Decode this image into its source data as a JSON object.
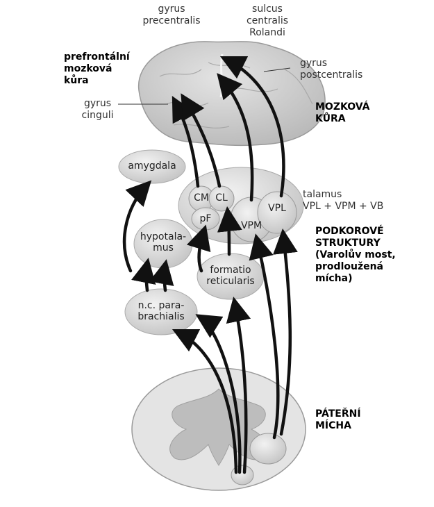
{
  "labels": {
    "gyrus_precentralis": "gyrus\nprecentralis",
    "sulcus_centralis": "sulcus\ncentralis\nRolandi",
    "gyrus_postcentralis": "gyrus\npostcentralis",
    "gyrus_cinguli": "gyrus\ncinguli",
    "prefrontal_cortex": "prefrontální\nmozková\nkůra",
    "cortex": "MOZKOVÁ\nKŮRA",
    "thalamus": "talamus\nVPL + VPM + VB",
    "subcortical": "PODKOROVÉ\nSTRUKTURY\n(Varolův most,\nprodloužená\nmícha)",
    "spinal_cord": "PÁTEŘNÍ\nMÍCHA"
  },
  "nodes": {
    "amygdala": "amygdala",
    "hypothalamus": "hypotala-\nmus",
    "parabrachialis": "n.c. para-\nbrachialis",
    "formatio": "formatio\nreticularis",
    "cm": "CM",
    "cl": "CL",
    "pf": "pF",
    "vpm": "VPM",
    "vpl": "VPL"
  },
  "colors": {
    "arrow": "#111111",
    "structure_fill": "#cfcfcf",
    "structure_light": "#e6e6e6"
  }
}
